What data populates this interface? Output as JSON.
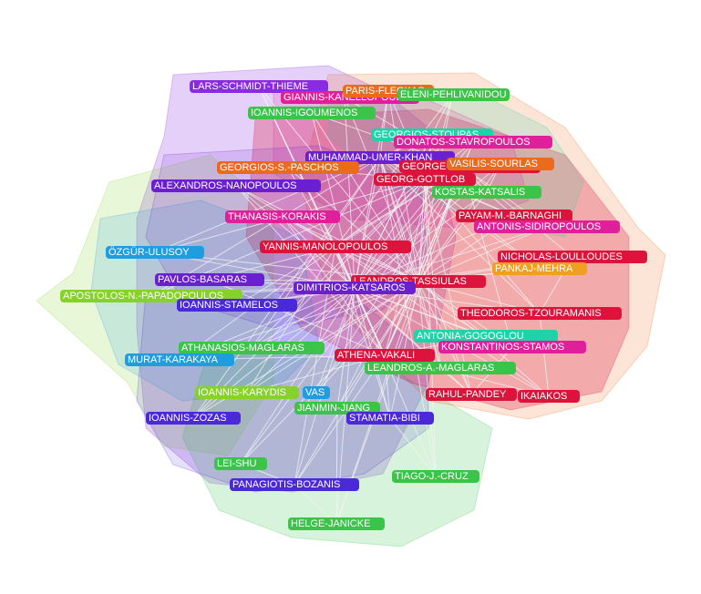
{
  "colors": {
    "purple": "#8a2be2",
    "violet": "#6a1fd1",
    "magenta": "#e0209a",
    "crimson": "#dc143c",
    "orange": "#ec6a1c",
    "amber": "#f0a020",
    "green": "#3cc34a",
    "lime": "#86d12a",
    "teal": "#1fd3a8",
    "sky": "#1e9de0",
    "indigo": "#4a2ad8",
    "edge": "#f3f3f3"
  },
  "nodes": [
    {
      "id": "n1",
      "label": "LARS-SCHMIDT-THIEME",
      "color": "purple"
    },
    {
      "id": "n2",
      "label": "GIANNIS-KANELLOPOULOS",
      "color": "magenta"
    },
    {
      "id": "n3",
      "label": "PARIS-FLEGKAS",
      "color": "orange"
    },
    {
      "id": "n4",
      "label": "ELENI-PEHLIVANIDOU",
      "color": "green"
    },
    {
      "id": "n5",
      "label": "IOANNIS-IGOUMENOS",
      "color": "green"
    },
    {
      "id": "n6",
      "label": "GEORGIOS-STOUPAS",
      "color": "teal"
    },
    {
      "id": "n7",
      "label": "DONATOS-STAVROPOULOS",
      "color": "magenta"
    },
    {
      "id": "n8",
      "label": "MUHAMMAD-UMER-KHAN",
      "color": "violet"
    },
    {
      "id": "n9",
      "label": "GEORGIOS-S.-PASCHOS",
      "color": "orange"
    },
    {
      "id": "n10",
      "label": "GEORGE-VASILIS-SOURLAS",
      "color": "crimson"
    },
    {
      "id": "n11",
      "label": "VASILIS-SOURLAS",
      "color": "orange"
    },
    {
      "id": "n12",
      "label": "GEORG-GOTTLOB",
      "color": "crimson"
    },
    {
      "id": "n13",
      "label": "ALEXANDROS-NANOPOULOS",
      "color": "violet"
    },
    {
      "id": "n14",
      "label": "KOSTAS-KATSALIS",
      "color": "green"
    },
    {
      "id": "n15",
      "label": "PAYAM-M.-BARNAGHI",
      "color": "crimson"
    },
    {
      "id": "n16",
      "label": "THANASIS-KORAKIS",
      "color": "magenta"
    },
    {
      "id": "n17",
      "label": "ANTONIS-SIDIROPOULOS",
      "color": "magenta"
    },
    {
      "id": "n18",
      "label": "ÖZGÜR-ULUSOY",
      "color": "sky"
    },
    {
      "id": "n19",
      "label": "YANNIS-MANOLOPOULOS",
      "color": "crimson"
    },
    {
      "id": "n20",
      "label": "NICHOLAS-LOULLOUDES",
      "color": "crimson"
    },
    {
      "id": "n21",
      "label": "PANKAJ-MEHRA",
      "color": "amber"
    },
    {
      "id": "n22",
      "label": "PAVLOS-BASARAS",
      "color": "violet"
    },
    {
      "id": "n23",
      "label": "LEANDROS-TASSIULAS",
      "color": "crimson"
    },
    {
      "id": "n24",
      "label": "APOSTOLOS-N.-PAPADOPOULOS",
      "color": "lime"
    },
    {
      "id": "n25",
      "label": "DIMITRIOS-KATSAROS",
      "color": "violet"
    },
    {
      "id": "n26",
      "label": "IOANNIS-STAMELOS",
      "color": "indigo"
    },
    {
      "id": "n27",
      "label": "THEODOROS-TZOURAMANIS",
      "color": "crimson"
    },
    {
      "id": "n28",
      "label": "ANTONIA-GOGOGLOU",
      "color": "teal"
    },
    {
      "id": "n29",
      "label": "KONSTANTINOS-STAMOS",
      "color": "magenta"
    },
    {
      "id": "n30",
      "label": "ATHANASIOS-MAGLARAS",
      "color": "green"
    },
    {
      "id": "n31",
      "label": "MURAT-KARAKAYA",
      "color": "sky"
    },
    {
      "id": "n32",
      "label": "ATHENA-VAKALI",
      "color": "crimson"
    },
    {
      "id": "n33",
      "label": "LEANDROS-A.-MAGLARAS",
      "color": "green"
    },
    {
      "id": "n34",
      "label": "IOANNIS-KARYDIS",
      "color": "lime"
    },
    {
      "id": "n35",
      "label": "VAS",
      "color": "sky"
    },
    {
      "id": "n36",
      "label": "RAHUL-PANDEY",
      "color": "crimson"
    },
    {
      "id": "n37",
      "label": "IKAIAKOS",
      "color": "crimson"
    },
    {
      "id": "n38",
      "label": "JIANMIN-JIANG",
      "color": "green"
    },
    {
      "id": "n39",
      "label": "IOANNIS-ZOZAS",
      "color": "indigo"
    },
    {
      "id": "n40",
      "label": "STAMATIA-BIBI",
      "color": "indigo"
    },
    {
      "id": "n41",
      "label": "LEI-SHU",
      "color": "green"
    },
    {
      "id": "n42",
      "label": "TIAGO-J.-CRUZ",
      "color": "green"
    },
    {
      "id": "n43",
      "label": "PANAGIOTIS-BOZANIS",
      "color": "indigo"
    },
    {
      "id": "n44",
      "label": "HELGE-JANICKE",
      "color": "green"
    }
  ]
}
